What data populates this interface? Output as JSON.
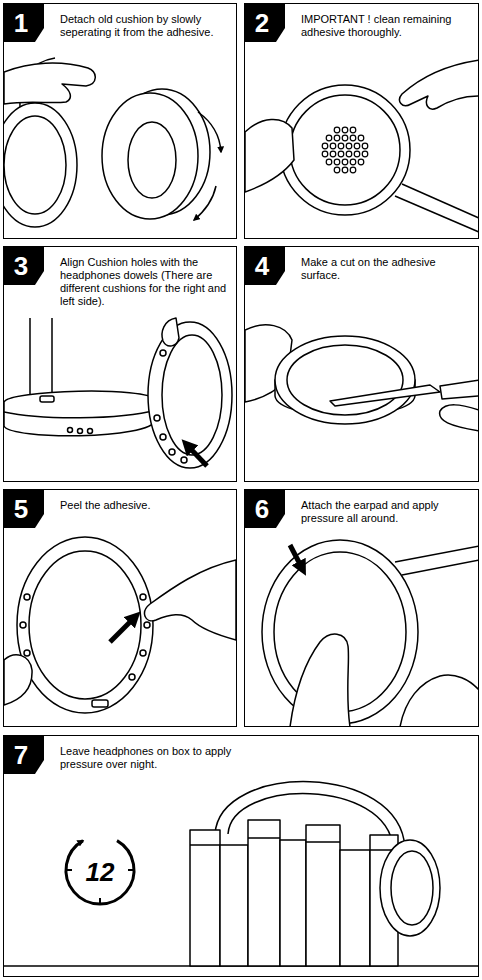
{
  "diagram": {
    "nodes": [
      {
        "text": [
          "Detach old cushion by slowly seperating it from the adhesive."
        ]
      },
      {
        "text": [
          "1"
        ],
        "in": 0
      },
      {
        "text": [
          "IMPORTANT ! clean remaining adhesive thoroughly."
        ]
      },
      {
        "text": [
          "2"
        ],
        "in": 2
      },
      {
        "text": [
          "Align Cushion holes with the headphones dowels (There are different cushions for the right and left side)."
        ]
      },
      {
        "text": [
          "3"
        ],
        "in": 4
      },
      {
        "text": [
          "Make a cut on the adhesive surface."
        ]
      },
      {
        "text": [
          "4"
        ],
        "in": 6
      },
      {
        "text": [
          "Peel the adhesive."
        ]
      },
      {
        "text": [
          "5"
        ],
        "in": 8
      },
      {
        "text": [
          "Attach the earpad and apply pressure all around."
        ]
      },
      {
        "text": [
          "6"
        ],
        "in": 10
      },
      {
        "text": [
          "Leave headphones on box to apply pressure over night."
        ]
      },
      {
        "text": [
          "7"
        ],
        "in": 12
      }
    ],
    "labels": [
      "12"
    ]
  }
}
